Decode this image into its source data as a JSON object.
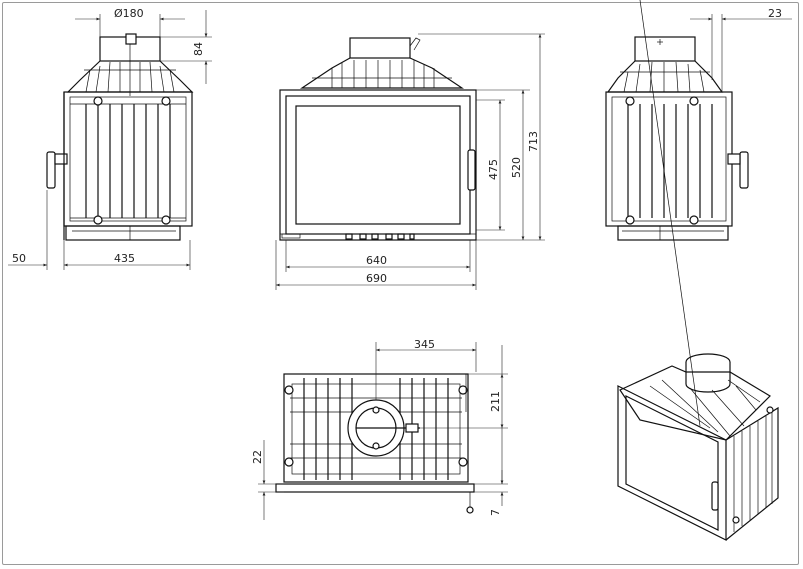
{
  "drawing": {
    "front_view": {
      "width_outer": "690",
      "width_inner": "640",
      "height_glass": "475",
      "height_frame": "520",
      "height_total": "713"
    },
    "left_view": {
      "flue_diameter": "Ø180",
      "collar_height": "84",
      "offset": "50",
      "depth": "435"
    },
    "right_view": {
      "offset": "23"
    },
    "top_view": {
      "flue_offset_x": "345",
      "flue_offset_y": "211",
      "depth_offset": "22",
      "frame_thickness": "7"
    }
  }
}
